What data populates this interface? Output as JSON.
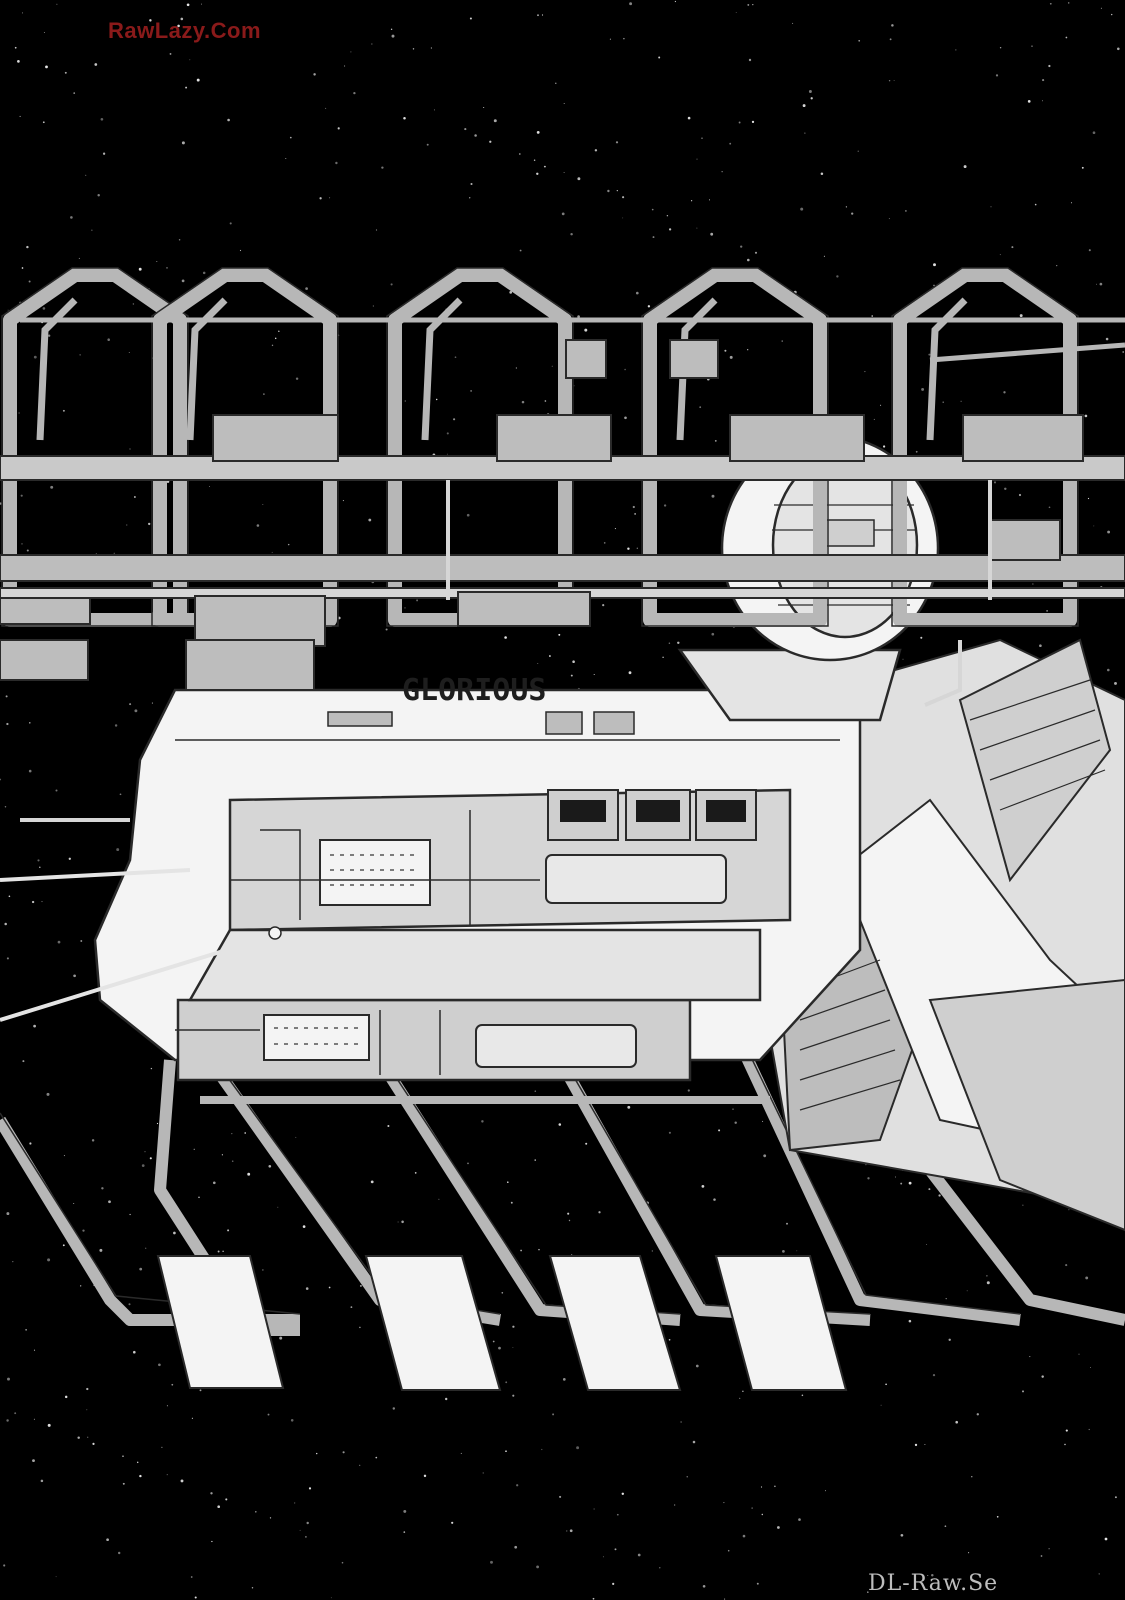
{
  "watermark_top": "RawLazy.Com",
  "watermark_bottom": "DL-Raw.Se",
  "hull_text": "GLORIOUS",
  "colors": {
    "space": "#000000",
    "star": "#e6e6e6",
    "hull_light": "#f4f4f4",
    "hull_mid": "#cfcfcf",
    "hull_dark": "#a9a9a9",
    "frame": "#b7b7b7",
    "line": "#2a2a2a",
    "watermark_top": "#8a1a1a",
    "watermark_bottom": "#bdbdbd"
  }
}
